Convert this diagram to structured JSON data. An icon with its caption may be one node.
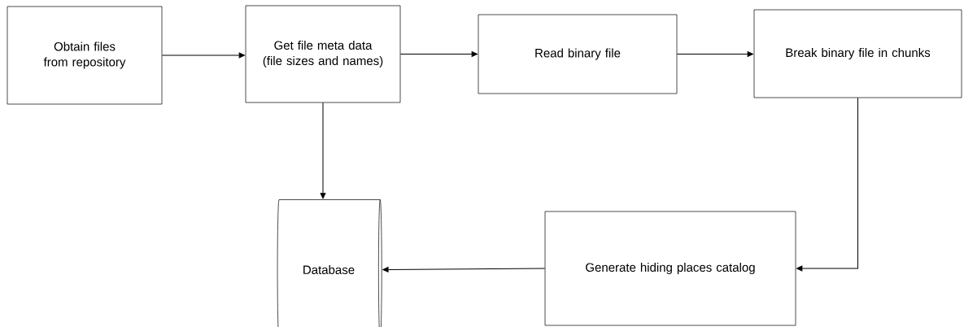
{
  "diagram": {
    "nodes": [
      {
        "text": [
          "Obtain files from repository"
        ]
      },
      {
        "text": [
          "Get file meta data (file sizes and names)"
        ]
      },
      {
        "text": [
          "Read binary file"
        ]
      },
      {
        "text": [
          "Break binary file in chunks"
        ]
      },
      {
        "text": [
          "Database"
        ]
      },
      {
        "text": [
          "Generate hiding places catalog"
        ]
      }
    ],
    "edges": [
      {
        "from": 0,
        "to": 1,
        "arrow": "to"
      },
      {
        "from": 1,
        "to": 2,
        "arrow": "to"
      },
      {
        "from": 2,
        "to": 3,
        "arrow": "to"
      },
      {
        "from": 1,
        "to": 4,
        "arrow": "to"
      },
      {
        "from": 3,
        "to": 5,
        "arrow": "to"
      },
      {
        "from": 5,
        "to": 4,
        "arrow": "to"
      }
    ]
  }
}
